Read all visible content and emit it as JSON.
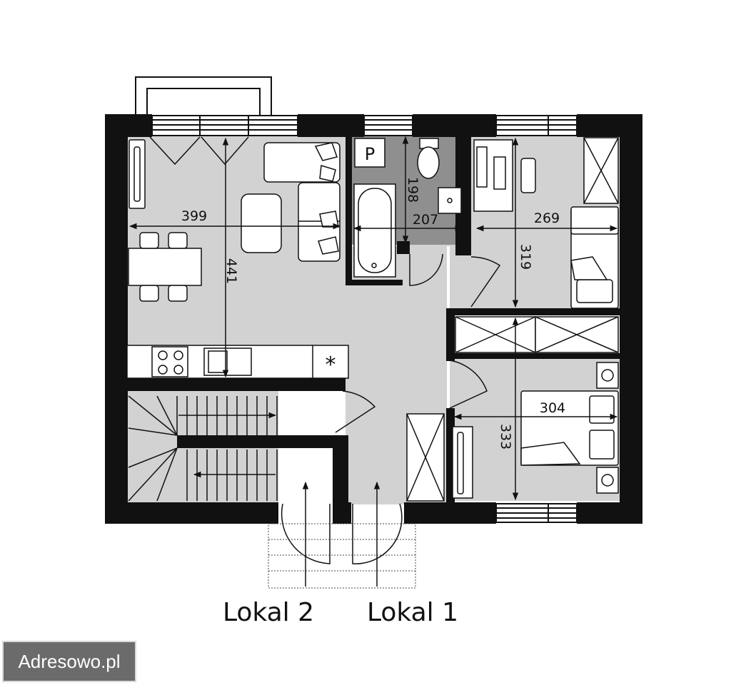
{
  "floorplan": {
    "dimensions": {
      "living_width": "399",
      "living_depth": "441",
      "bath_depth": "198",
      "bath_width": "207",
      "room1_width": "269",
      "room1_depth": "319",
      "room2_width": "304",
      "room2_depth": "333"
    },
    "labels": {
      "bathroom_mark": "P",
      "fridge_mark": "*",
      "entrance_2": "Lokal 2",
      "entrance_1": "Lokal 1"
    }
  },
  "watermark": "Adresowo.pl"
}
